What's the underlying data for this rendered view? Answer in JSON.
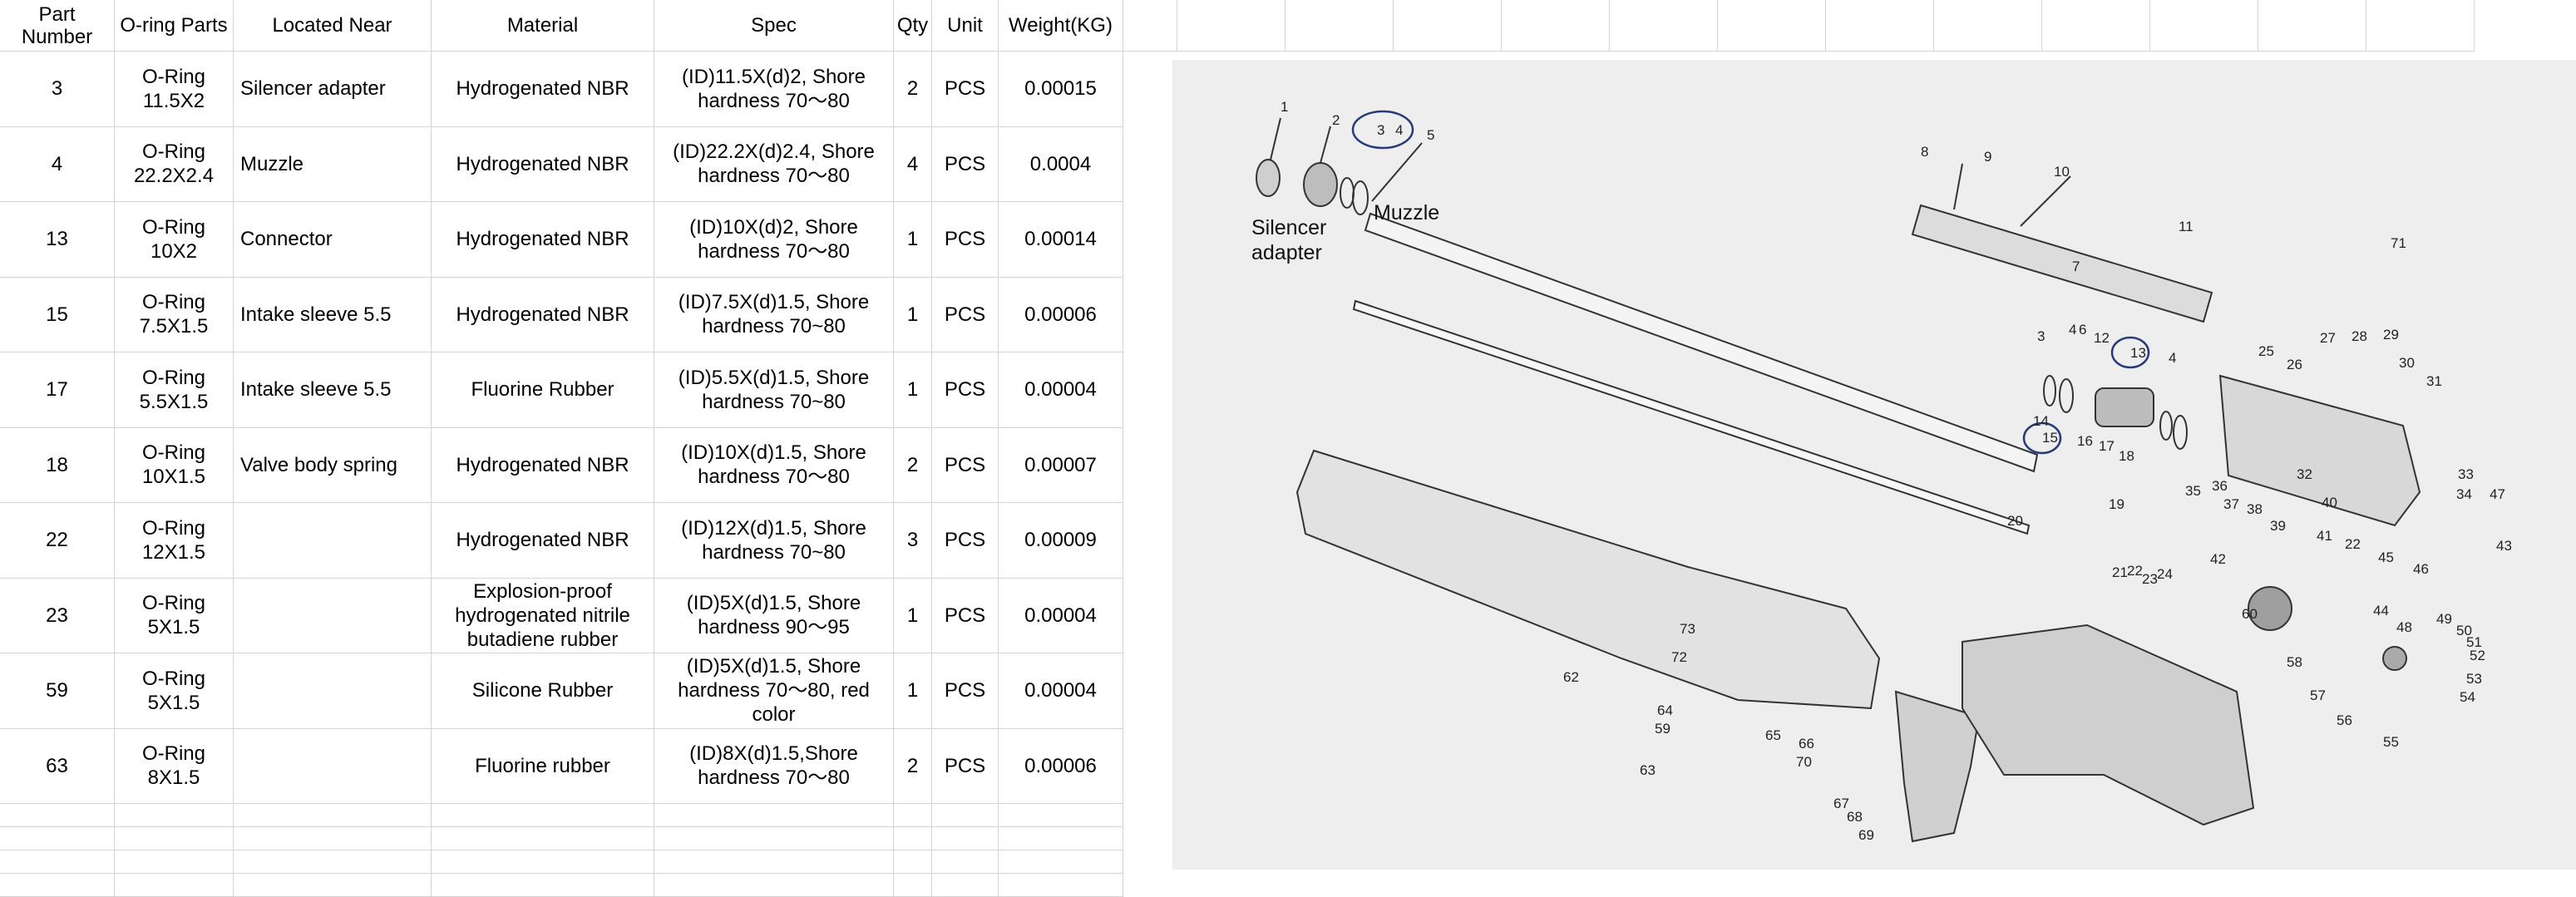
{
  "table": {
    "headers": {
      "part_number": "Part Number",
      "oring_parts": "O-ring Parts",
      "located_near": "Located Near",
      "material": "Material",
      "spec": "Spec",
      "qty": "Qty",
      "unit": "Unit",
      "weight": "Weight(KG)"
    },
    "rows": [
      {
        "part": "3",
        "oring": "O-Ring 11.5X2",
        "near": "Silencer adapter",
        "material": "Hydrogenated NBR",
        "spec": "(ID)11.5X(d)2, Shore hardness 70～80",
        "qty": "2",
        "unit": "PCS",
        "weight": "0.00015"
      },
      {
        "part": "4",
        "oring": "O-Ring 22.2X2.4",
        "near": "Muzzle",
        "material": "Hydrogenated NBR",
        "spec": "(ID)22.2X(d)2.4, Shore hardness 70～80",
        "qty": "4",
        "unit": "PCS",
        "weight": "0.0004"
      },
      {
        "part": "13",
        "oring": "O-Ring 10X2",
        "near": "Connector",
        "material": "Hydrogenated NBR",
        "spec": "(ID)10X(d)2, Shore hardness 70～80",
        "qty": "1",
        "unit": "PCS",
        "weight": "0.00014"
      },
      {
        "part": "15",
        "oring": "O-Ring 7.5X1.5",
        "near": "Intake sleeve 5.5",
        "material": "Hydrogenated NBR",
        "spec": "(ID)7.5X(d)1.5, Shore hardness 70~80",
        "qty": "1",
        "unit": "PCS",
        "weight": "0.00006"
      },
      {
        "part": "17",
        "oring": "O-Ring 5.5X1.5",
        "near": "Intake sleeve 5.5",
        "material": "Fluorine Rubber",
        "spec": "(ID)5.5X(d)1.5, Shore hardness 70~80",
        "qty": "1",
        "unit": "PCS",
        "weight": "0.00004"
      },
      {
        "part": "18",
        "oring": "O-Ring 10X1.5",
        "near": "Valve body spring",
        "material": "Hydrogenated NBR",
        "spec": "(ID)10X(d)1.5, Shore hardness 70～80",
        "qty": "2",
        "unit": "PCS",
        "weight": "0.00007"
      },
      {
        "part": "22",
        "oring": "O-Ring 12X1.5",
        "near": "",
        "material": "Hydrogenated NBR",
        "spec": "(ID)12X(d)1.5, Shore hardness 70~80",
        "qty": "3",
        "unit": "PCS",
        "weight": "0.00009"
      },
      {
        "part": "23",
        "oring": "O-Ring 5X1.5",
        "near": "",
        "material": "Explosion-proof hydrogenated nitrile butadiene rubber",
        "spec": "(ID)5X(d)1.5, Shore hardness 90～95",
        "qty": "1",
        "unit": "PCS",
        "weight": "0.00004"
      },
      {
        "part": "59",
        "oring": "O-Ring 5X1.5",
        "near": "",
        "material": "Silicone Rubber",
        "spec": "(ID)5X(d)1.5, Shore hardness 70～80, red color",
        "qty": "1",
        "unit": "PCS",
        "weight": "0.00004"
      },
      {
        "part": "63",
        "oring": "O-Ring 8X1.5",
        "near": "",
        "material": "Fluorine rubber",
        "spec": "(ID)8X(d)1.5,Shore hardness 70～80",
        "qty": "2",
        "unit": "PCS",
        "weight": "0.00006"
      }
    ]
  },
  "diagram": {
    "annotations": {
      "silencer": "Silencer adapter",
      "muzzle": "Muzzle"
    },
    "part_labels": [
      "1",
      "2",
      "3",
      "4",
      "5",
      "6",
      "7",
      "8",
      "9",
      "10",
      "11",
      "71",
      "3",
      "4",
      "12",
      "13",
      "4",
      "25",
      "26",
      "27",
      "28",
      "29",
      "30",
      "31",
      "14",
      "15",
      "16",
      "17",
      "18",
      "19",
      "20",
      "21",
      "22",
      "23",
      "24",
      "32",
      "33",
      "34",
      "35",
      "36",
      "37",
      "38",
      "39",
      "40",
      "41",
      "42",
      "22",
      "45",
      "46",
      "47",
      "43",
      "44",
      "48",
      "49",
      "50",
      "51",
      "52",
      "53",
      "54",
      "55",
      "56",
      "57",
      "58",
      "60",
      "62",
      "63",
      "64",
      "65",
      "66",
      "67",
      "68",
      "69",
      "70",
      "72",
      "73",
      "59"
    ],
    "highlighted_labels": [
      "3",
      "4",
      "13",
      "15"
    ]
  }
}
